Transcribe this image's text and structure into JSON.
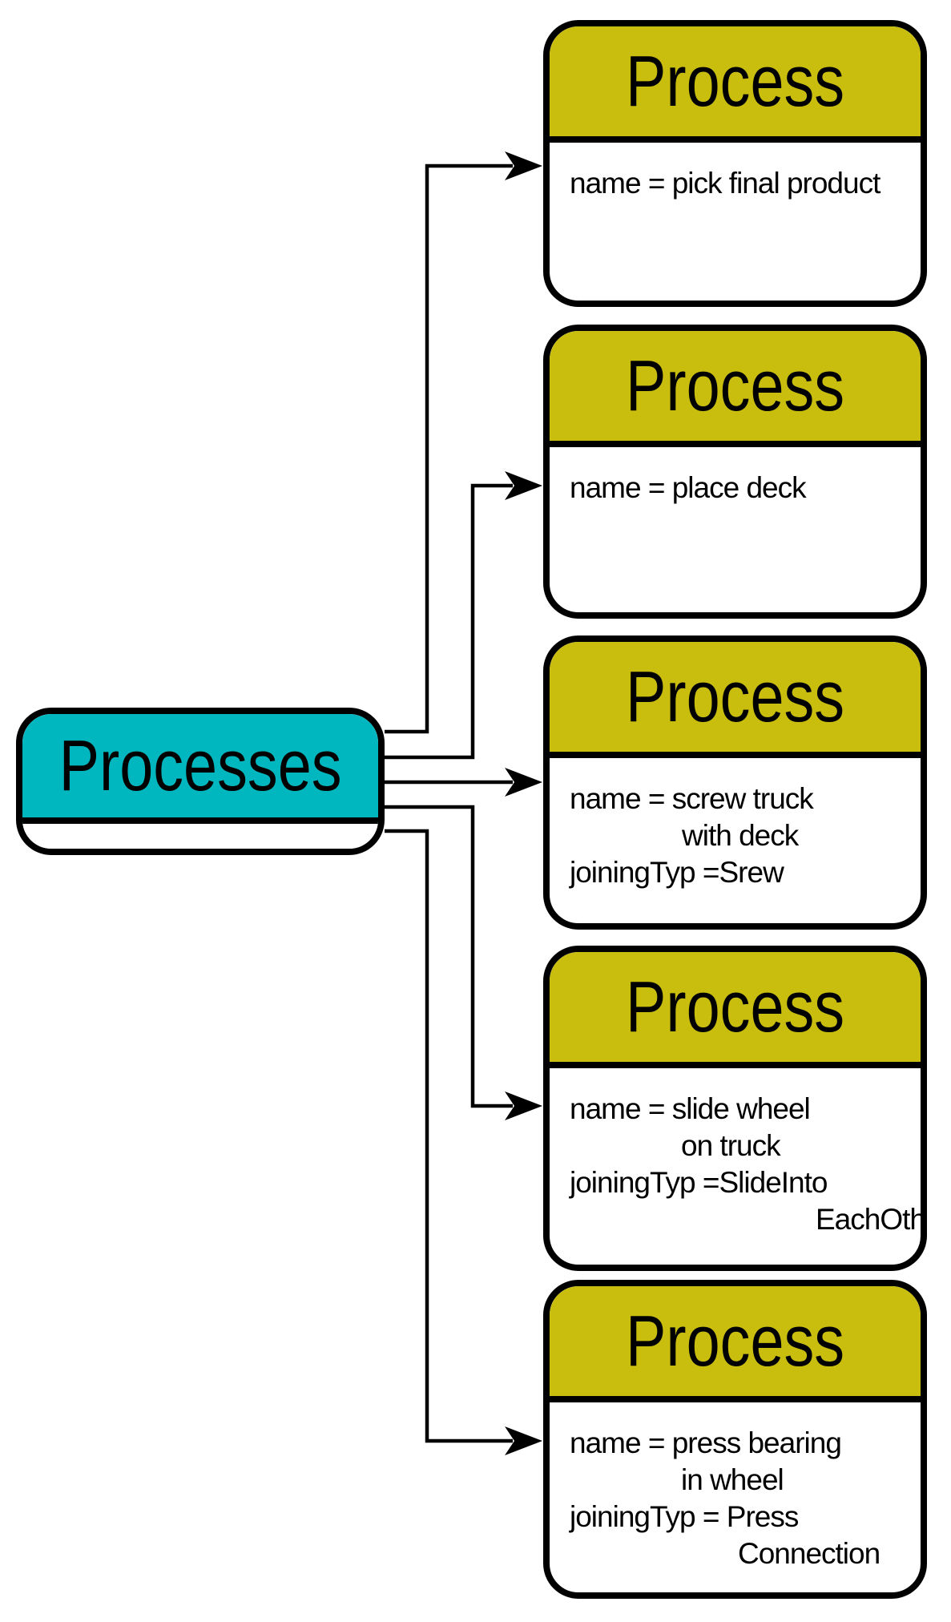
{
  "root": {
    "title": "Processes"
  },
  "boxes": [
    {
      "title": "Process",
      "lines": [
        "name = pick final product"
      ]
    },
    {
      "title": "Process",
      "lines": [
        "name = place deck"
      ]
    },
    {
      "title": "Process",
      "lines": [
        "name = screw truck",
        "with deck",
        "joiningTyp =Srew"
      ]
    },
    {
      "title": "Process",
      "lines": [
        "name = slide wheel",
        "on truck",
        "joiningTyp =SlideInto",
        "EachOther"
      ]
    },
    {
      "title": "Process",
      "lines": [
        "name = press bearing",
        "in wheel",
        "joiningTyp = Press",
        "Connection"
      ]
    }
  ],
  "colors": {
    "root_fill": "#00B7C0",
    "process_header_fill": "#C9BD0E",
    "border": "#000000",
    "background": "#FFFFFF"
  }
}
